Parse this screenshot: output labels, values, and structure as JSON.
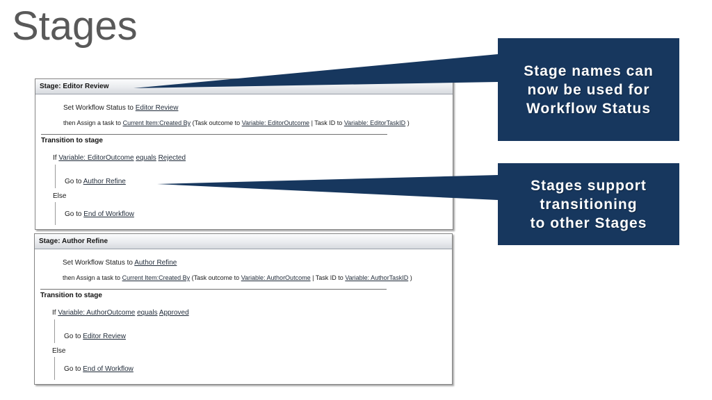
{
  "title": "Stages",
  "colors": {
    "accent_navy": "#17375E",
    "title_gray": "#595959",
    "link_color": "#1f2a38"
  },
  "callouts": [
    {
      "lines": [
        "Stage names can",
        "now be used for",
        "Workflow Status"
      ]
    },
    {
      "lines": [
        "Stages support",
        "transitioning",
        "to other Stages"
      ]
    }
  ],
  "stages": [
    {
      "header": "Stage: Editor Review",
      "set_status": {
        "text": "Set Workflow Status to",
        "link": "Editor Review"
      },
      "assign_task": {
        "p1": "then Assign a task to",
        "link1": "Current Item:Created By",
        "p2": "(Task outcome to",
        "link2": "Variable: EditorOutcome",
        "p3": "| Task ID to",
        "link3": "Variable: EditorTaskID",
        "p4": ")"
      },
      "transition_label": "Transition to stage",
      "condition": {
        "p1": "If",
        "var": "Variable: EditorOutcome",
        "op": "equals",
        "value": "Rejected"
      },
      "goto_then": {
        "text": "Go to",
        "link": "Author Refine"
      },
      "else_label": "Else",
      "goto_else": {
        "text": "Go to",
        "link": "End of Workflow"
      }
    },
    {
      "header": "Stage: Author Refine",
      "set_status": {
        "text": "Set Workflow Status to",
        "link": "Author Refine"
      },
      "assign_task": {
        "p1": "then Assign a task to",
        "link1": "Current Item:Created By",
        "p2": "(Task outcome to",
        "link2": "Variable: AuthorOutcome",
        "p3": "| Task ID to",
        "link3": "Variable: AuthorTaskID",
        "p4": ")"
      },
      "transition_label": "Transition to stage",
      "condition": {
        "p1": "If",
        "var": "Variable: AuthorOutcome",
        "op": "equals",
        "value": "Approved"
      },
      "goto_then": {
        "text": "Go to",
        "link": "Editor Review"
      },
      "else_label": "Else",
      "goto_else": {
        "text": "Go to",
        "link": "End of Workflow"
      }
    }
  ]
}
